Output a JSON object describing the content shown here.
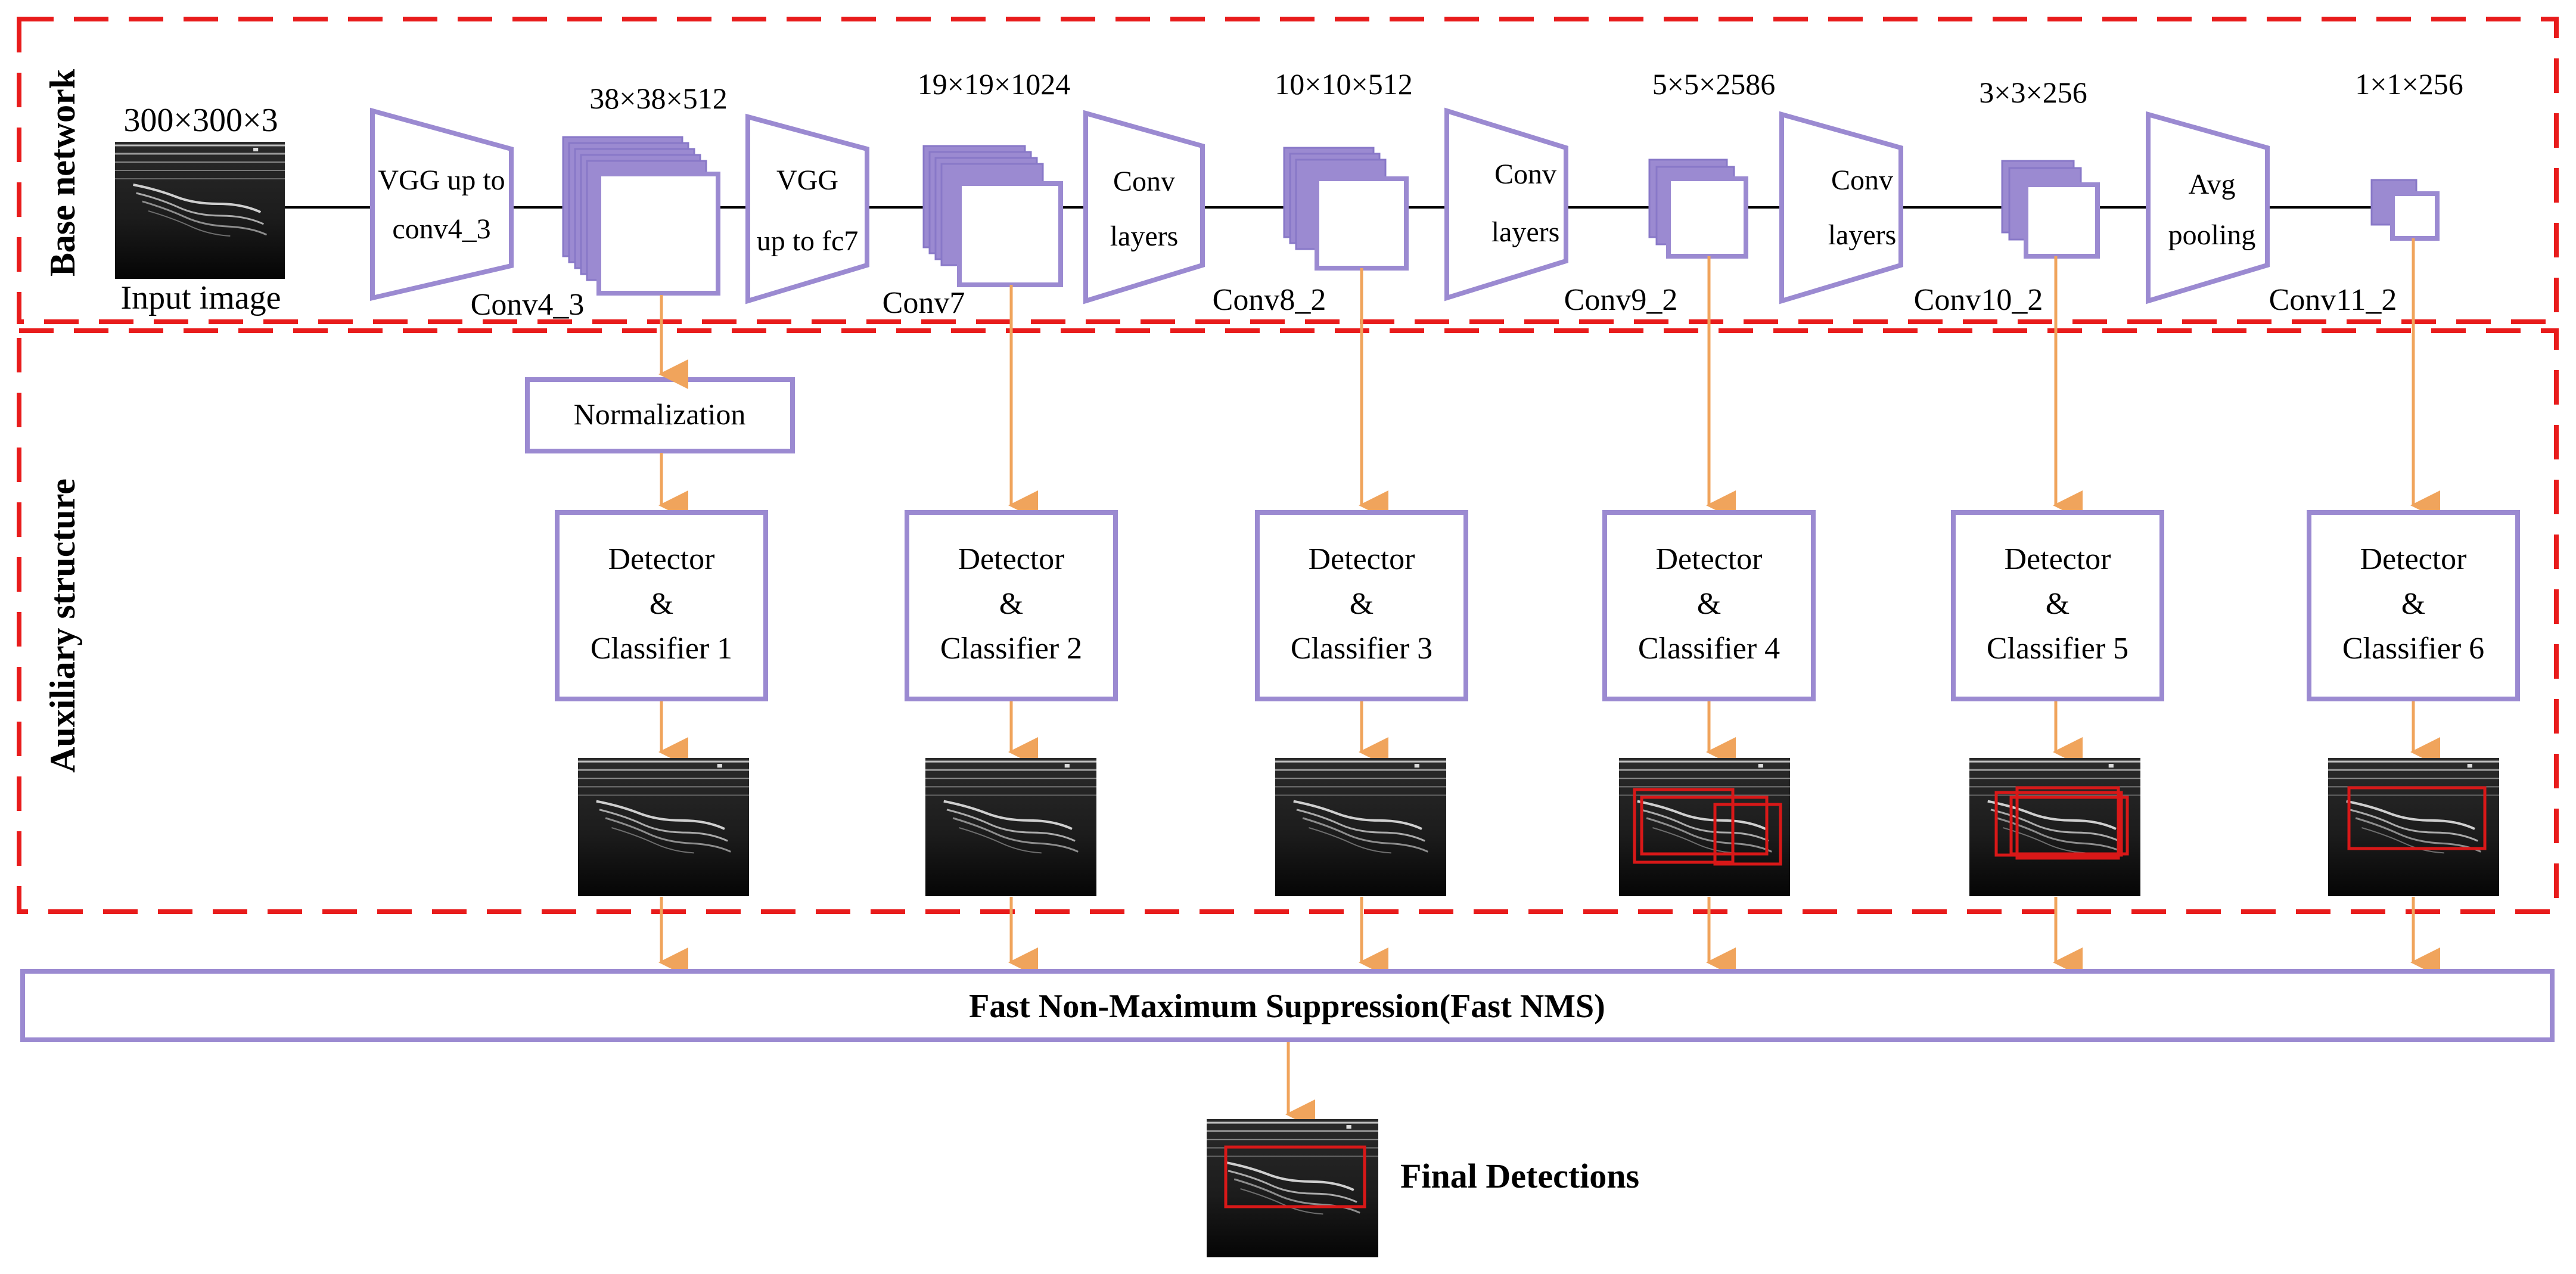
{
  "regions": {
    "base_network": "Base network",
    "auxiliary_structure": "Auxiliary structure"
  },
  "input": {
    "size": "300×300×3",
    "caption": "Input image"
  },
  "stages": [
    {
      "id": "s1",
      "size": "38×38×512",
      "feature": "Conv4_3",
      "transform": [
        "VGG up to",
        "conv4_3"
      ]
    },
    {
      "id": "s2",
      "size": "19×19×1024",
      "feature": "Conv7",
      "transform": [
        "VGG",
        "up to fc7"
      ]
    },
    {
      "id": "s3",
      "size": "10×10×512",
      "feature": "Conv8_2",
      "transform": [
        "Conv",
        "layers"
      ]
    },
    {
      "id": "s4",
      "size": "5×5×2586",
      "feature": "Conv9_2",
      "transform": [
        "Conv",
        "layers"
      ]
    },
    {
      "id": "s5",
      "size": "3×3×256",
      "feature": "Conv10_2",
      "transform": [
        "Conv",
        "layers"
      ]
    },
    {
      "id": "s6",
      "size": "1×1×256",
      "feature": "Conv11_2",
      "transform": [
        "Avg",
        "pooling"
      ]
    }
  ],
  "normalization": "Normalization",
  "detectors": [
    [
      "Detector",
      "&",
      "Classifier 1"
    ],
    [
      "Detector",
      "&",
      "Classifier 2"
    ],
    [
      "Detector",
      "&",
      "Classifier 3"
    ],
    [
      "Detector",
      "&",
      "Classifier 4"
    ],
    [
      "Detector",
      "&",
      "Classifier 5"
    ],
    [
      "Detector",
      "&",
      "Classifier 6"
    ]
  ],
  "nms": "Fast Non-Maximum Suppression(Fast NMS)",
  "final": "Final Detections",
  "colors": {
    "region_border": "#e81c1c",
    "block_stroke": "#9b8ad1",
    "block_fill": "#9b8ad1",
    "arrow": "#f0a45c",
    "detection_box": "#d81818",
    "line": "#000000"
  }
}
